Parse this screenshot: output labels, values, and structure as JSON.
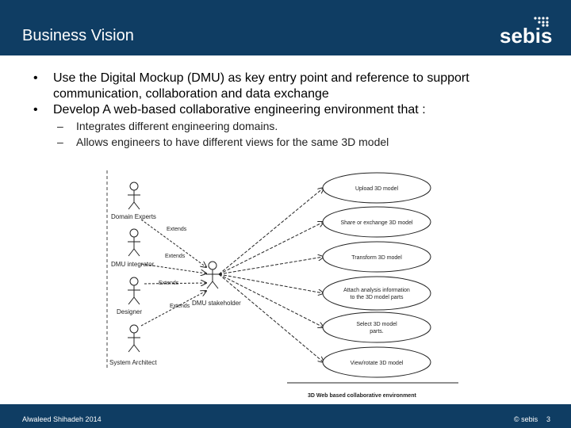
{
  "header": {
    "title": "Business Vision",
    "logo_text": "sebis"
  },
  "bullets": [
    "Use the Digital Mockup (DMU) as key entry point and reference to support communication, collaboration and data exchange",
    "Develop A web-based collaborative engineering environment that :"
  ],
  "sub_bullets": [
    "Integrates different engineering domains.",
    "Allows engineers to have different views for the same 3D model"
  ],
  "diagram": {
    "actors": [
      "Domain Experts",
      "DMU integrator",
      "Designer",
      "System Architect"
    ],
    "central_actor": "DMU stakeholder",
    "extends_label": "Extends",
    "use_cases": [
      "Upload 3D model",
      "Share or exchange 3D model",
      "Transform 3D model",
      "Attach analysis information to the 3D model parts",
      "Select 3D model parts.",
      "View/rotate 3D model"
    ],
    "system_label": "3D Web based collaborative environment"
  },
  "footer": {
    "author": "Alwaleed Shihadeh 2014",
    "copyright": "© sebis",
    "page": "3"
  },
  "colors": {
    "header_bg": "#0f3d63",
    "footer_bg": "#0f3d63"
  }
}
